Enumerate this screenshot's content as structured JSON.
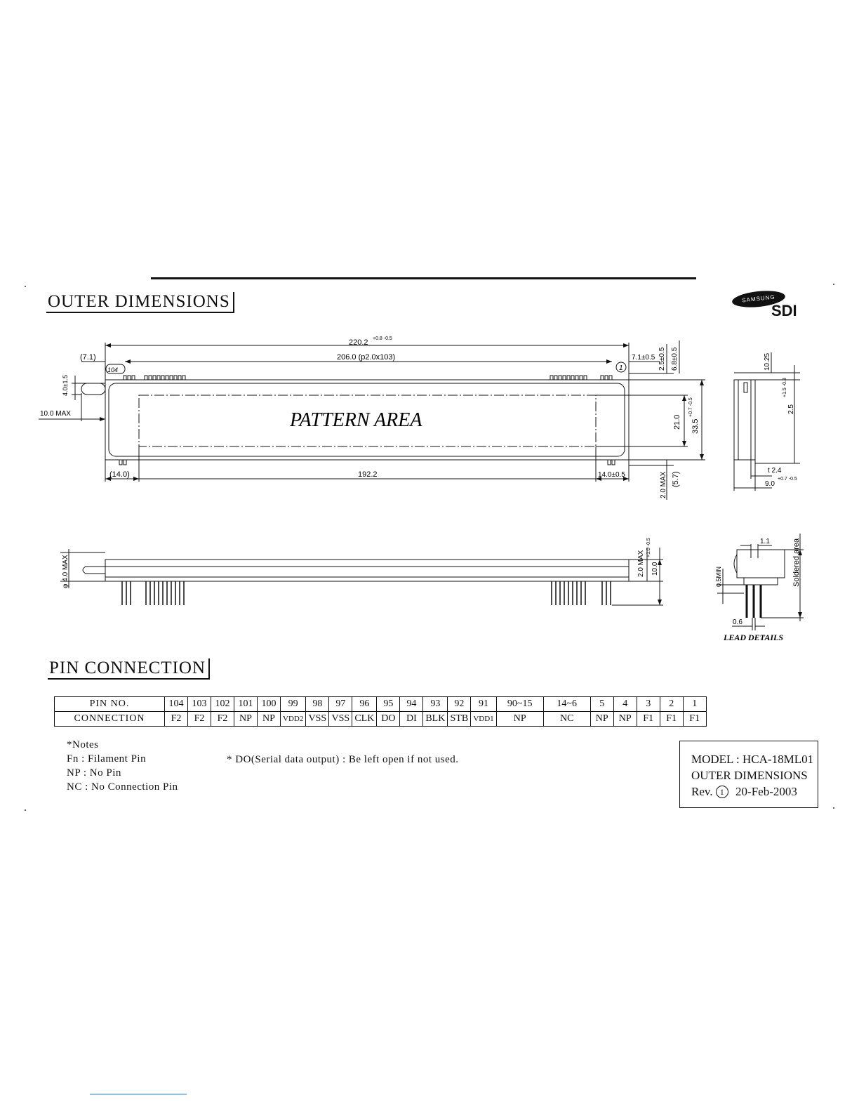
{
  "titles": {
    "outer": "OUTER DIMENSIONS",
    "pin": "PIN CONNECTION"
  },
  "logo": {
    "brand": "SAMSUNG",
    "sub": "SDI"
  },
  "drawing": {
    "pattern_area": "PATTERN AREA",
    "lead_details": "LEAD DETAILS",
    "soldered_area": "Soldered area",
    "dims": {
      "d1": "220.2",
      "d1_tol": "+0.8 -0.5",
      "d2": "206.0 (p2.0x103)",
      "d3": "(7.1)",
      "d4": "7.1±0.5",
      "d5": "2.5±0.5",
      "d6": "6.8±0.5",
      "d7": "4.0±1.5",
      "d8": "10.0 MAX",
      "d9": "21.0",
      "d10": "33.5",
      "d10_tol": "+0.7 -0.5",
      "d11": "(14.0)",
      "d12": "192.2",
      "d13": "14.0±0.5",
      "d14": "2.0 MAX",
      "d15": "(5.7)",
      "d16": "10.25",
      "d17": "2.5",
      "d17_tol": "+1.5 -0.3",
      "d18": "t 2.4",
      "d19": "9.0",
      "d19_tol": "+0.7 -0.5",
      "d20": "φ 4.0 MAX",
      "d21": "2.0 MAX",
      "d22": "10.0",
      "d22_tol": "+1.0 -0.5",
      "d23": "1.1",
      "d24": "0.5MIN",
      "d25": "0.6",
      "pin104": "104",
      "pin1": "1"
    }
  },
  "pin_table": {
    "row1_header": "PIN NO.",
    "row2_header": "CONNECTION",
    "pins": [
      "104",
      "103",
      "102",
      "101",
      "100",
      "99",
      "98",
      "97",
      "96",
      "95",
      "94",
      "93",
      "92",
      "91",
      "90~15",
      "14~6",
      "5",
      "4",
      "3",
      "2",
      "1"
    ],
    "connections": [
      "F2",
      "F2",
      "F2",
      "NP",
      "NP",
      "VDD2",
      "VSS",
      "VSS",
      "CLK",
      "DO",
      "DI",
      "BLK",
      "STB",
      "VDD1",
      "NP",
      "NC",
      "NP",
      "NP",
      "F1",
      "F1",
      "F1"
    ]
  },
  "notes": {
    "title": "*Notes",
    "fn": "Fn : Filament Pin",
    "np": "NP : No Pin",
    "nc": "NC : No Connection Pin",
    "do": "* DO(Serial data output) : Be left open if not used."
  },
  "model": {
    "line1": "MODEL : HCA-18ML01",
    "line2": "OUTER DIMENSIONS",
    "rev_label": "Rev.",
    "rev_num": "1",
    "date": "20-Feb-2003"
  }
}
